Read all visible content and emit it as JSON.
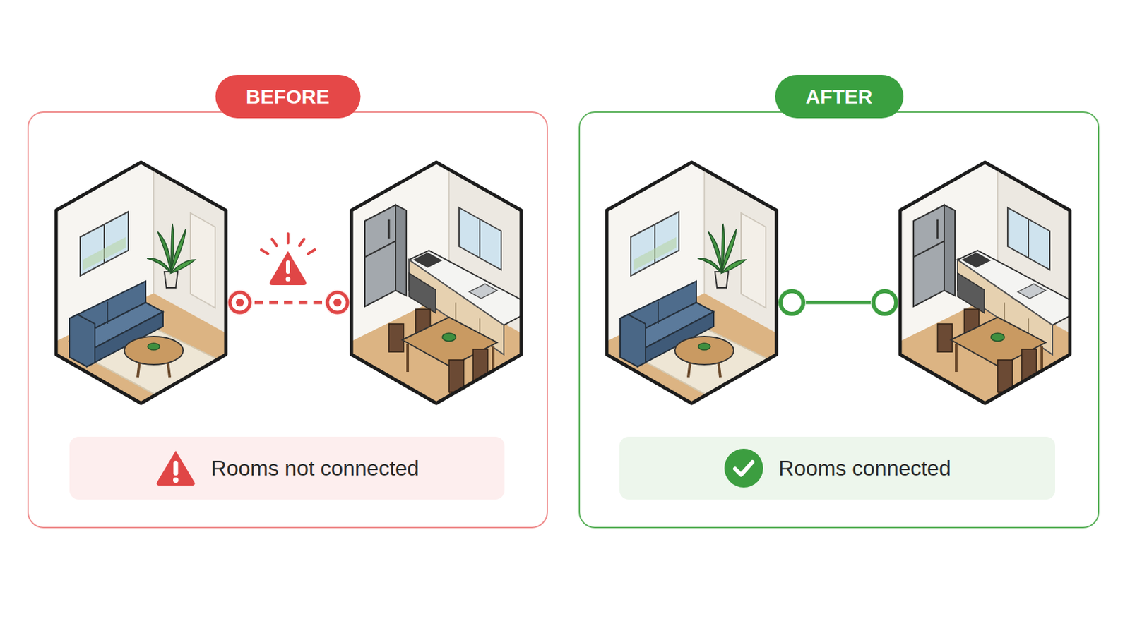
{
  "diagram": {
    "nodes": [
      {
        "text": [
          "BEFORE"
        ]
      },
      {
        "text": [],
        "in": 0
      },
      {
        "text": [],
        "in": 0
      },
      {
        "text": [
          "Rooms not connected"
        ],
        "in": 0
      },
      {
        "text": [
          "AFTER"
        ]
      },
      {
        "text": [],
        "in": 4
      },
      {
        "text": [],
        "in": 4
      },
      {
        "text": [
          "Rooms connected"
        ],
        "in": 4
      }
    ],
    "edges": [
      {
        "from": 1,
        "to": 2,
        "arrow": "none"
      },
      {
        "from": 5,
        "to": 6,
        "arrow": "none"
      }
    ]
  }
}
